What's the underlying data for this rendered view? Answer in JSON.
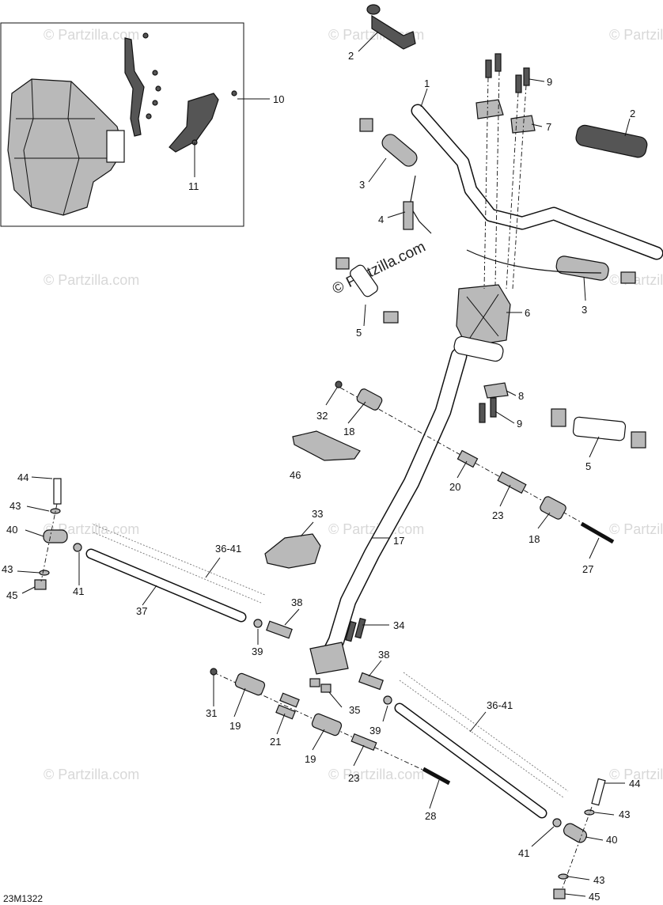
{
  "diagram": {
    "code": "23M1322",
    "watermark_text": "© Partzilla.com"
  },
  "parts": [
    {
      "id": "p1",
      "label": "1"
    },
    {
      "id": "p2a",
      "label": "2"
    },
    {
      "id": "p2b",
      "label": "2"
    },
    {
      "id": "p3a",
      "label": "3"
    },
    {
      "id": "p3b",
      "label": "3"
    },
    {
      "id": "p4",
      "label": "4"
    },
    {
      "id": "p5a",
      "label": "5"
    },
    {
      "id": "p5b",
      "label": "5"
    },
    {
      "id": "p6",
      "label": "6"
    },
    {
      "id": "p7",
      "label": "7"
    },
    {
      "id": "p8",
      "label": "8"
    },
    {
      "id": "p9a",
      "label": "9"
    },
    {
      "id": "p9b",
      "label": "9"
    },
    {
      "id": "p10",
      "label": "10"
    },
    {
      "id": "p11",
      "label": "11"
    },
    {
      "id": "p17",
      "label": "17"
    },
    {
      "id": "p18a",
      "label": "18"
    },
    {
      "id": "p18b",
      "label": "18"
    },
    {
      "id": "p19a",
      "label": "19"
    },
    {
      "id": "p19b",
      "label": "19"
    },
    {
      "id": "p20",
      "label": "20"
    },
    {
      "id": "p21",
      "label": "21"
    },
    {
      "id": "p23a",
      "label": "23"
    },
    {
      "id": "p23b",
      "label": "23"
    },
    {
      "id": "p27",
      "label": "27"
    },
    {
      "id": "p28",
      "label": "28"
    },
    {
      "id": "p31",
      "label": "31"
    },
    {
      "id": "p32",
      "label": "32"
    },
    {
      "id": "p33",
      "label": "33"
    },
    {
      "id": "p34",
      "label": "34"
    },
    {
      "id": "p35",
      "label": "35"
    },
    {
      "id": "p36a",
      "label": "36-41"
    },
    {
      "id": "p36b",
      "label": "36-41"
    },
    {
      "id": "p37",
      "label": "37"
    },
    {
      "id": "p38a",
      "label": "38"
    },
    {
      "id": "p38b",
      "label": "38"
    },
    {
      "id": "p39a",
      "label": "39"
    },
    {
      "id": "p39b",
      "label": "39"
    },
    {
      "id": "p40a",
      "label": "40"
    },
    {
      "id": "p40b",
      "label": "40"
    },
    {
      "id": "p41a",
      "label": "41"
    },
    {
      "id": "p41b",
      "label": "41"
    },
    {
      "id": "p43a",
      "label": "43"
    },
    {
      "id": "p43b",
      "label": "43"
    },
    {
      "id": "p43c",
      "label": "43"
    },
    {
      "id": "p43d",
      "label": "43"
    },
    {
      "id": "p44a",
      "label": "44"
    },
    {
      "id": "p44b",
      "label": "44"
    },
    {
      "id": "p45a",
      "label": "45"
    },
    {
      "id": "p45b",
      "label": "45"
    },
    {
      "id": "p46",
      "label": "46"
    }
  ]
}
